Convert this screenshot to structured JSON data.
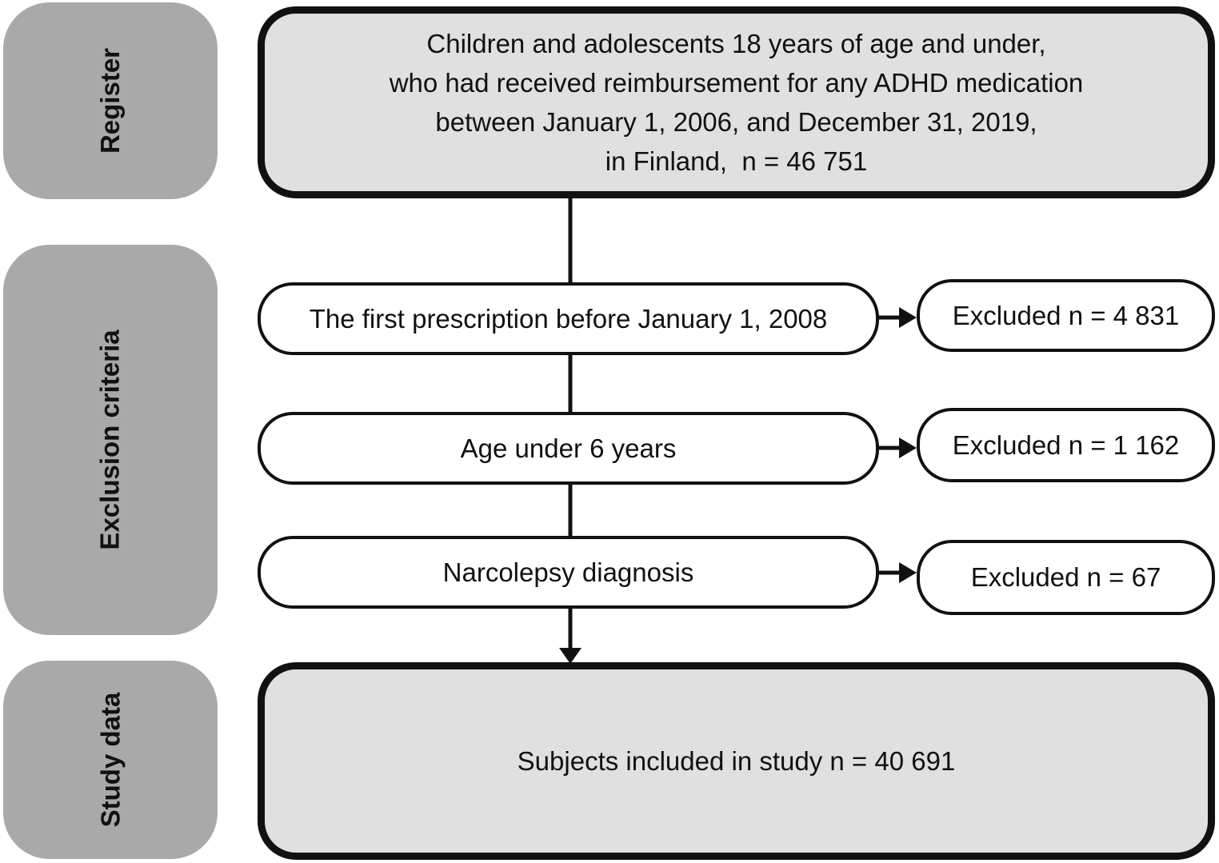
{
  "sections": {
    "register": "Register",
    "exclusion": "Exclusion criteria",
    "study": "Study data"
  },
  "register_box": {
    "lines": [
      "Children and adolescents 18 years of age and under,",
      "who had received reimbursement for any ADHD medication",
      "between January 1, 2006, and December 31, 2019,",
      "in Finland,  n = 46 751"
    ]
  },
  "criteria": [
    {
      "label": "The first prescription before January 1, 2008",
      "excluded": "Excluded n = 4 831"
    },
    {
      "label": "Age under 6 years",
      "excluded": "Excluded n = 1 162"
    },
    {
      "label": "Narcolepsy diagnosis",
      "excluded": "Excluded n = 67"
    }
  ],
  "study_box": {
    "label": "Subjects included in study n = 40 691"
  }
}
